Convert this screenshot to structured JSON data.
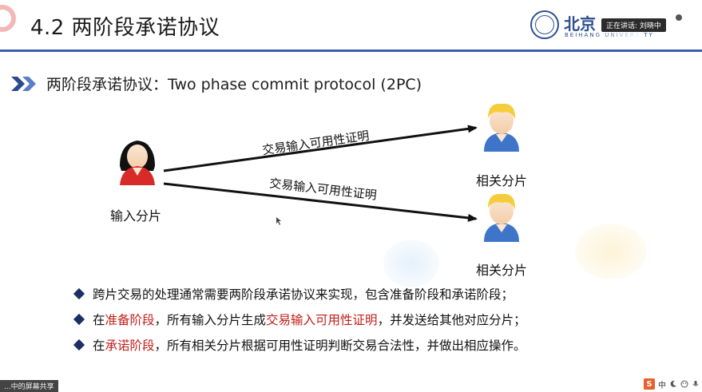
{
  "slide": {
    "title": "4.2 两阶段承诺协议",
    "subheading": "两阶段承诺协议：Two phase commit protocol (2PC)",
    "logo": {
      "name": "北京",
      "subtitle": "BEIHANG UNIVERSITY"
    },
    "speaker_badge": "正在讲话: 刘晓中",
    "diagram": {
      "input_shard_label": "输入分片",
      "related_shard_label_top": "相关分片",
      "related_shard_label_bottom": "相关分片",
      "arrow_label_top": "交易输入可用性证明",
      "arrow_label_bottom": "交易输入可用性证明"
    },
    "bullets": [
      {
        "parts": [
          {
            "text": "跨片交易的处理通常需要两阶段承诺协议来实现，包含准备阶段和承诺阶段；",
            "highlight": false
          }
        ]
      },
      {
        "parts": [
          {
            "text": "在",
            "highlight": false
          },
          {
            "text": "准备阶段",
            "highlight": true
          },
          {
            "text": "，所有输入分片生成",
            "highlight": false
          },
          {
            "text": "交易输入可用性证明",
            "highlight": true
          },
          {
            "text": "，并发送给其他对应分片；",
            "highlight": false
          }
        ]
      },
      {
        "parts": [
          {
            "text": "在",
            "highlight": false
          },
          {
            "text": "承诺阶段",
            "highlight": true
          },
          {
            "text": "，所有相关分片根据可用性证明判断交易合法性，并做出相应操作。",
            "highlight": false
          }
        ]
      }
    ]
  },
  "overlay": {
    "share_badge": "...中的屏幕共享",
    "ime_label": "中"
  },
  "colors": {
    "title_line": "#3a5fa8",
    "highlight_red": "#c0201a",
    "bullet_diamond": "#1b2f63",
    "arrow": "#111111"
  },
  "icons": {
    "subheading_marker": "double-chevron-right-icon",
    "input_person": "female-person-icon",
    "related_person": "male-person-icon",
    "bullet_marker": "diamond-bullet-icon",
    "ime": "sogou-input-icon"
  }
}
